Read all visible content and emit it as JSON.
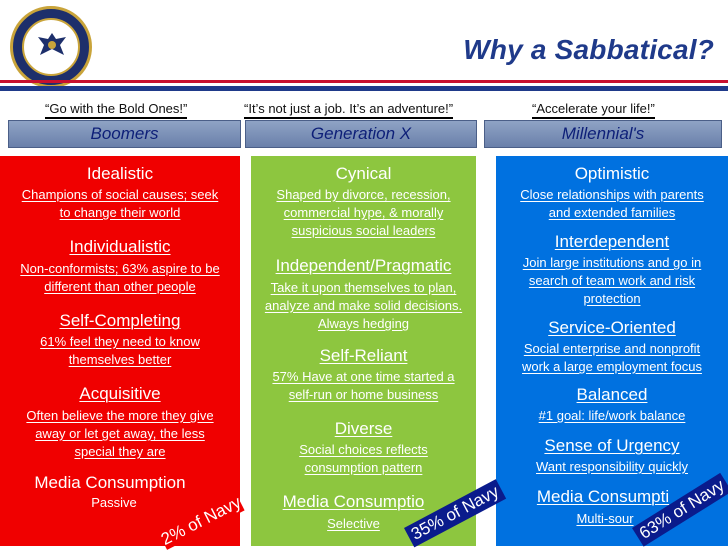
{
  "title": "Why a Sabbatical?",
  "quotes": {
    "boomers": "“Go with the Bold Ones!”",
    "genx": "“It’s not just a job. It’s an adventure!”",
    "millennials": "“Accelerate your life!”"
  },
  "headers": {
    "boomers": "Boomers",
    "genx": "Generation X",
    "millennials": "Millennial's"
  },
  "boomers": {
    "traits": [
      {
        "heading": "Idealistic",
        "text": [
          "Champions of social causes; seek",
          "to change their world"
        ]
      },
      {
        "heading": "Individualistic",
        "text": [
          "Non-conformists; 63% aspire to be",
          "different than other people"
        ]
      },
      {
        "heading": "Self-Completing",
        "text": [
          "61% feel they need to know",
          "themselves better"
        ]
      },
      {
        "heading": "Acquisitive",
        "text": [
          "Often believe the more they give",
          "away or let get away, the less",
          "special they are"
        ]
      },
      {
        "heading": "Media Consumption",
        "text": [
          "Passive"
        ]
      }
    ],
    "stamp": "2% of Navy"
  },
  "genx": {
    "traits": [
      {
        "heading": "Cynical",
        "text": [
          "Shaped by divorce, recession,",
          "commercial hype, & morally",
          "suspicious social leaders"
        ]
      },
      {
        "heading": "Independent/Pragmatic",
        "text": [
          "Take it upon themselves to plan,",
          "analyze and make solid decisions.",
          "Always hedging"
        ]
      },
      {
        "heading": "Self-Reliant",
        "text": [
          "57% Have at one time started a",
          "self-run or home business"
        ]
      },
      {
        "heading": "Diverse",
        "text": [
          "Social choices reflects",
          "consumption pattern"
        ]
      },
      {
        "heading": "Media Consumptio",
        "text": [
          "Selective"
        ]
      }
    ],
    "stamp": "35% of Navy"
  },
  "millennials": {
    "traits": [
      {
        "heading": "Optimistic",
        "text": [
          "Close relationships with parents",
          "and extended families"
        ]
      },
      {
        "heading": "Interdependent",
        "text": [
          "Join large institutions and go in",
          "search of team work and risk",
          "protection"
        ]
      },
      {
        "heading": "Service-Oriented",
        "text": [
          "Social enterprise and nonprofit",
          "work a large employment focus"
        ]
      },
      {
        "heading": "Balanced",
        "text": [
          "#1 goal: life/work balance"
        ]
      },
      {
        "heading": "Sense of Urgency",
        "text": [
          "Want responsibility quickly"
        ]
      },
      {
        "heading": "Media Consumpti",
        "text": [
          "Multi-sour"
        ]
      }
    ],
    "stamp": "63% of Navy"
  },
  "colors": {
    "boomers_panel": "#f00000",
    "genx_panel": "#8dc63f",
    "millennials_panel": "#0071e0",
    "title": "#1f3a8a",
    "stamp": "#0a1b8c"
  },
  "icons": {
    "logo": "navy-seal-icon"
  }
}
